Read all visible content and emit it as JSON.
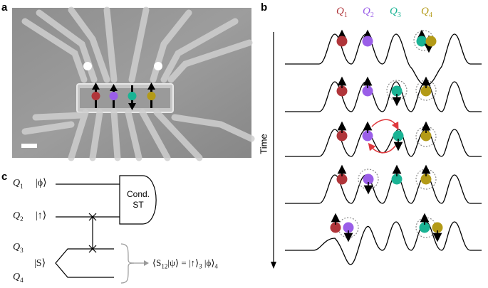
{
  "panels": {
    "a": "a",
    "b": "b",
    "c": "c"
  },
  "panel_b": {
    "qubits": [
      {
        "name": "Q",
        "index": "1",
        "color": "#b0353a"
      },
      {
        "name": "Q",
        "index": "2",
        "color": "#9a5ee8"
      },
      {
        "name": "Q",
        "index": "3",
        "color": "#1ab394"
      },
      {
        "name": "Q",
        "index": "4",
        "color": "#b39a17"
      }
    ],
    "time_label": "Time",
    "rows": 5
  },
  "panel_c": {
    "rows": [
      {
        "q": "Q",
        "idx": "1",
        "state": "|ϕ⟩"
      },
      {
        "q": "Q",
        "idx": "2",
        "state": "|↑⟩"
      },
      {
        "q": "Q",
        "idx": "3",
        "state": ""
      },
      {
        "q": "Q",
        "idx": "4",
        "state": ""
      }
    ],
    "singlet_state": "|S⟩",
    "gate_line1": "Cond.",
    "gate_line2": "ST",
    "formula_left": "⟨S",
    "formula_sub12": "12",
    "formula_mid": "|ψ⟩ = |↑⟩",
    "formula_sub3": "3",
    "formula_right": " |ϕ⟩",
    "formula_sub4": "4"
  },
  "colors": {
    "q1": "#b0353a",
    "q2": "#9a5ee8",
    "q3": "#1ab394",
    "q4": "#b39a17",
    "arrow": "#e0383d"
  }
}
